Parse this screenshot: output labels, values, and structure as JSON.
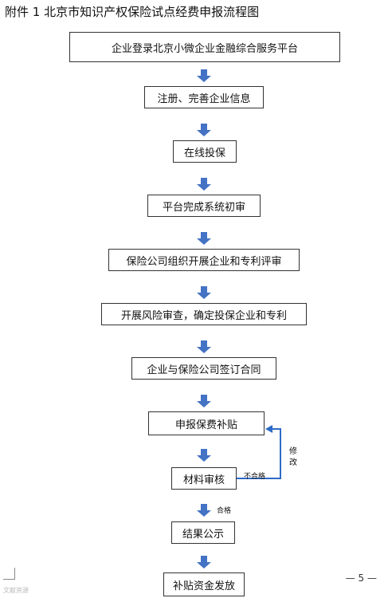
{
  "title": "附件 1  北京市知识产权保险试点经费申报流程图",
  "steps": [
    "企业登录北京小微企业金融综合服务平台",
    "注册、完善企业信息",
    "在线投保",
    "平台完成系统初审",
    "保险公司组织开展企业和专利评审",
    "开展风险审查，确定投保企业和专利",
    "企业与保险公司签订合同",
    "申报保费补贴",
    "材料审核",
    "结果公示",
    "补贴资金发放"
  ],
  "loop": {
    "label": "不合格",
    "side_text": [
      "修",
      "改"
    ]
  },
  "pass_label": "合格",
  "page_number": "— 5 —",
  "watermark": "文献资源",
  "colors": {
    "arrow": "#4472c4",
    "loop_line": "#2e6bc6",
    "border": "#333333"
  }
}
